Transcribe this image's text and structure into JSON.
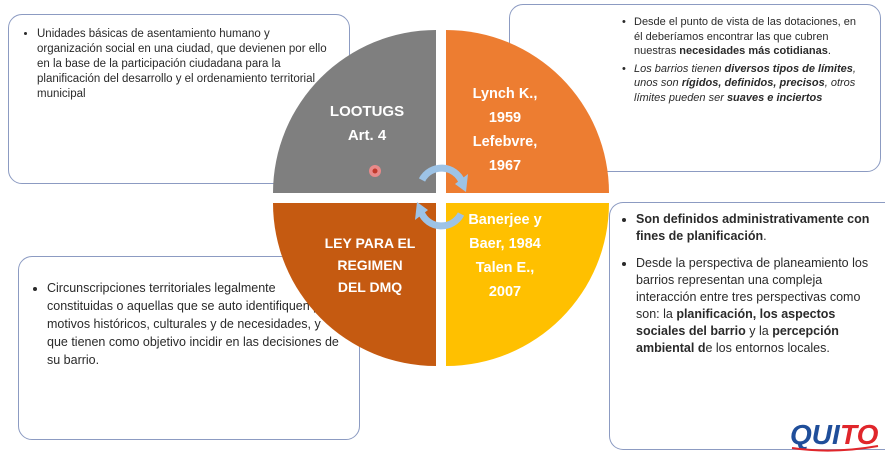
{
  "center": {
    "tl": {
      "lines": [
        "LOOTUGS",
        "Art. 4"
      ],
      "color": "#7f7f7f"
    },
    "tr": {
      "lines": [
        "Lynch K.,",
        "1959",
        "Lefebvre,",
        "1967"
      ],
      "color": "#ed7d31"
    },
    "bl": {
      "lines": [
        "LEY PARA EL",
        "REGIMEN",
        "DEL DMQ"
      ],
      "color": "#c55a11"
    },
    "br": {
      "lines": [
        "Banerjee y",
        "Baer, 1984",
        "Talen E.,",
        "2007"
      ],
      "color": "#ffc000"
    }
  },
  "boxes": {
    "tl": {
      "text": "Unidades básicas de asentamiento humano y organización social en una ciudad, que devienen por ello en la base de la participación ciudadana para la planificación del desarrollo y el ordenamiento territorial municipal"
    },
    "tr": {
      "b1_p1": "Desde el punto de vista de las dotaciones, en él deberíamos encontrar las que cubren nuestras ",
      "b1_bold": "necesidades más cotidianas",
      "b1_p2": ".",
      "b2_i1": "Los barrios tienen ",
      "b2_bi1": "diversos tipos de límites",
      "b2_i2": ", unos son ",
      "b2_bi2": "rígidos, definidos, precisos",
      "b2_i3": ", otros límites pueden ser ",
      "b2_bi3": "suaves e inciertos"
    },
    "bl": {
      "text": "Circunscripciones territoriales legalmente constituidas o aquellas que se auto identifiquen por motivos históricos, culturales y de necesidades, y que tienen como objetivo incidir en las decisiones de su barrio."
    },
    "br": {
      "b1_bold": "Son definidos administrativamente con fines de planificación",
      "b1_p": ".",
      "b2_p1": "Desde la perspectiva de planeamiento los barrios representan una compleja interacción entre tres perspectivas como son: la ",
      "b2_bold1": "planificación, los aspectos sociales del barrio",
      "b2_p2": " y la ",
      "b2_bold2": "percepción ambiental d",
      "b2_p3": "e los entornos locales."
    }
  },
  "logo": {
    "text": "QUITO"
  }
}
